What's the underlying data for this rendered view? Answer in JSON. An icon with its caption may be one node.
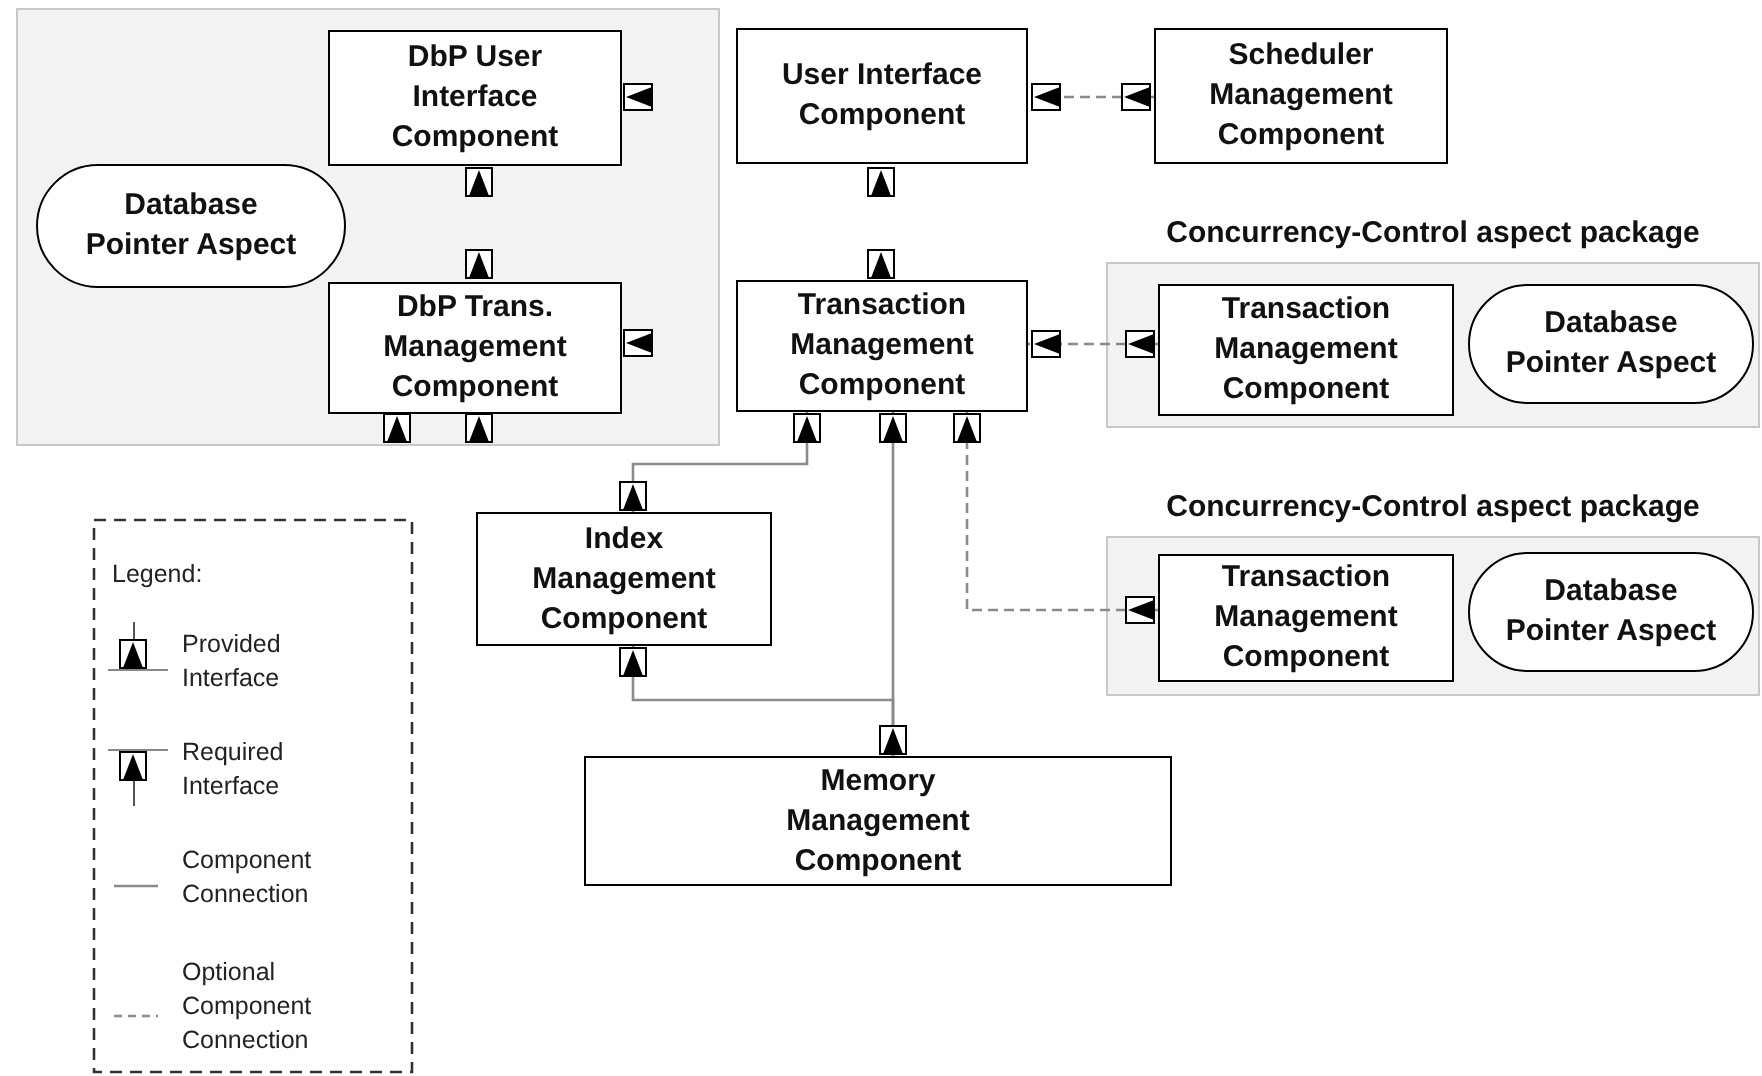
{
  "diagram": {
    "nodes": [
      {
        "text": [],
        "shape": "box"
      },
      {
        "text": [
          "Database Pointer Aspect"
        ],
        "in": 0
      },
      {
        "text": [
          "DbP User Interface Component"
        ],
        "in": 0
      },
      {
        "text": [
          "DbP Trans. Management Component"
        ],
        "in": 0
      },
      {
        "text": [
          "User Interface Component"
        ]
      },
      {
        "text": [
          "Scheduler Management Component"
        ]
      },
      {
        "text": [
          "Transaction Management Component"
        ]
      },
      {
        "text": [
          "Concurrency-Control aspect package"
        ]
      },
      {
        "text": [
          "Transaction Management Component"
        ],
        "in": 7
      },
      {
        "text": [
          "Database Pointer Aspect"
        ],
        "in": 7
      },
      {
        "text": [
          "Concurrency-Control aspect package"
        ]
      },
      {
        "text": [
          "Transaction Management Component"
        ],
        "in": 10
      },
      {
        "text": [
          "Database Pointer Aspect"
        ],
        "in": 10
      },
      {
        "text": [
          "Index Management Component"
        ]
      },
      {
        "text": [
          "Memory Management Component"
        ]
      }
    ],
    "edges": [
      {
        "from": 5,
        "to": 4,
        "arrow": "to",
        "style": "dashed"
      },
      {
        "from": 8,
        "to": 6,
        "arrow": "to",
        "style": "dashed"
      },
      {
        "from": 11,
        "to": 6,
        "arrow": "to",
        "style": "dashed"
      },
      {
        "from": 13,
        "to": 6,
        "arrow": "to"
      },
      {
        "from": 14,
        "to": 6,
        "arrow": "to"
      },
      {
        "from": 14,
        "to": 13,
        "arrow": "to"
      }
    ],
    "labels": [
      "Legend:"
    ],
    "legend": [
      {
        "text": "Provided Interface"
      },
      {
        "text": "Required Interface"
      },
      {
        "text": "Component Connection"
      },
      {
        "text": "Optional Component Connection"
      }
    ]
  }
}
